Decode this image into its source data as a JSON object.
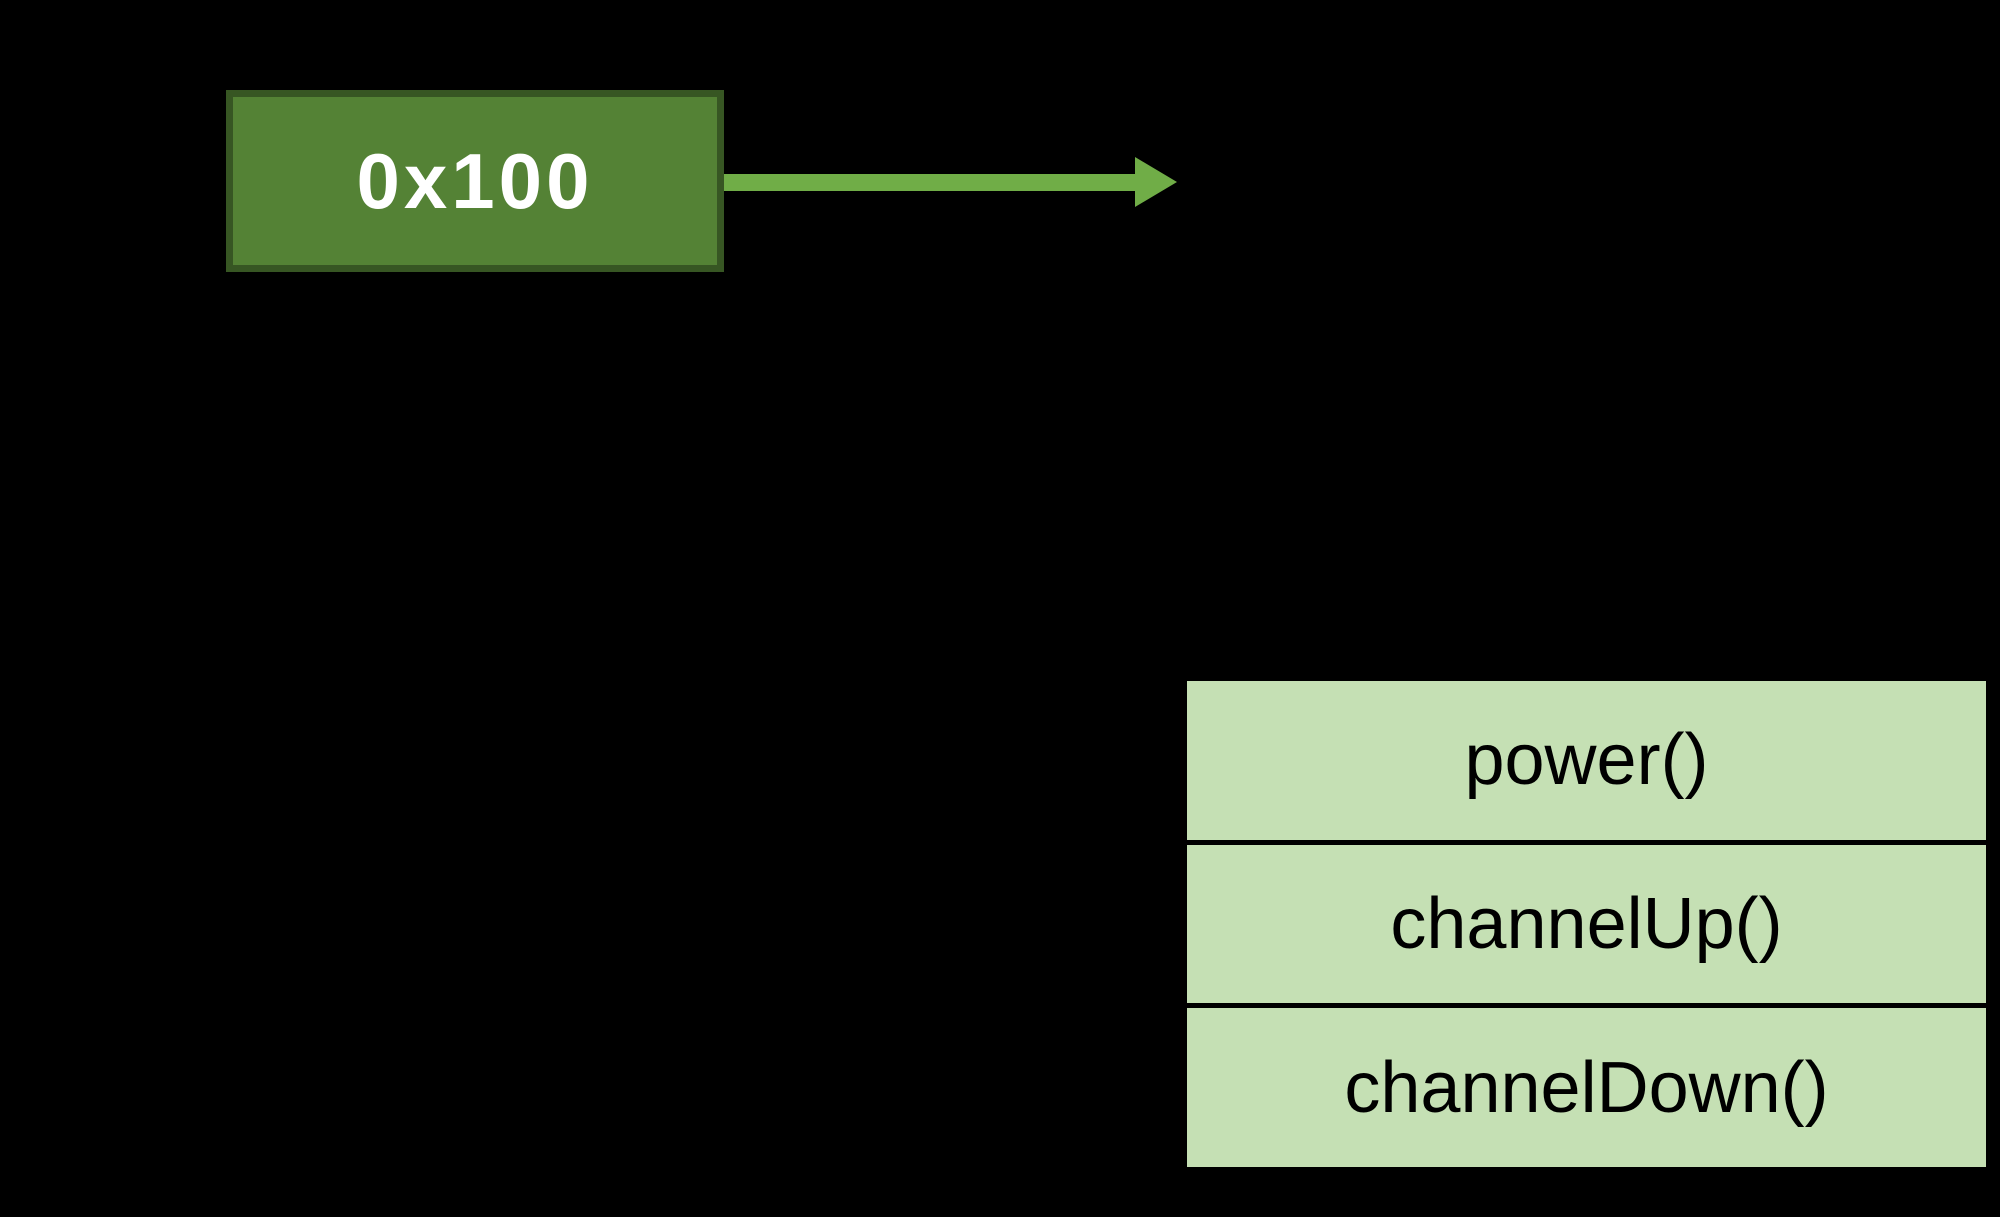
{
  "canvas": {
    "background": "#000000"
  },
  "pointer_box": {
    "label": "0x100",
    "fill": "#548235",
    "border_color": "#375623",
    "text_color": "#ffffff"
  },
  "arrow": {
    "name": "pointer-to-vtable-arrow",
    "direction": "right",
    "color": "#70AD47"
  },
  "vtable": {
    "fill": "#C5E0B4",
    "border_color": "#000000",
    "text_color": "#000000",
    "rows": [
      {
        "label": "power()"
      },
      {
        "label": "channelUp()"
      },
      {
        "label": "channelDown()"
      }
    ]
  }
}
